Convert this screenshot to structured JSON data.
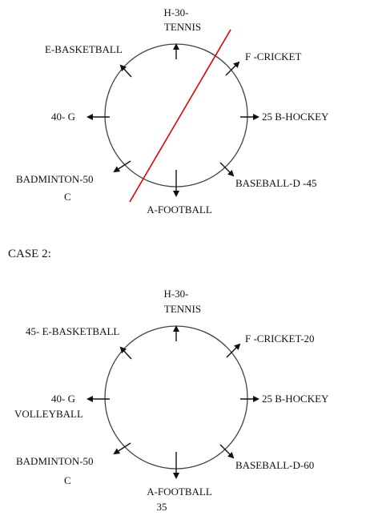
{
  "colors": {
    "circle": "#444444",
    "arrow": "#111111",
    "divider": "#e00000"
  },
  "case2": {
    "title": "CASE 2:"
  },
  "diagram1": {
    "top": [
      "H-30-",
      "TENNIS"
    ],
    "top_right": "F -CRICKET",
    "right": "25 B-HOCKEY",
    "bottom_right": "BASEBALL-D -45",
    "bottom": "A-FOOTBALL",
    "bottom_left": [
      "BADMINTON-50",
      "C"
    ],
    "left": "40- G",
    "top_left": "E-BASKETBALL"
  },
  "diagram2": {
    "top": [
      "H-30-",
      "TENNIS"
    ],
    "top_right": "F -CRICKET-20",
    "right": "25 B-HOCKEY",
    "bottom_right": "BASEBALL-D-60",
    "bottom": [
      "A-FOOTBALL",
      "35"
    ],
    "bottom_left": [
      "BADMINTON-50",
      "C"
    ],
    "left": [
      "40- G",
      "VOLLEYBALL"
    ],
    "top_left": "45- E-BASKETBALL"
  }
}
